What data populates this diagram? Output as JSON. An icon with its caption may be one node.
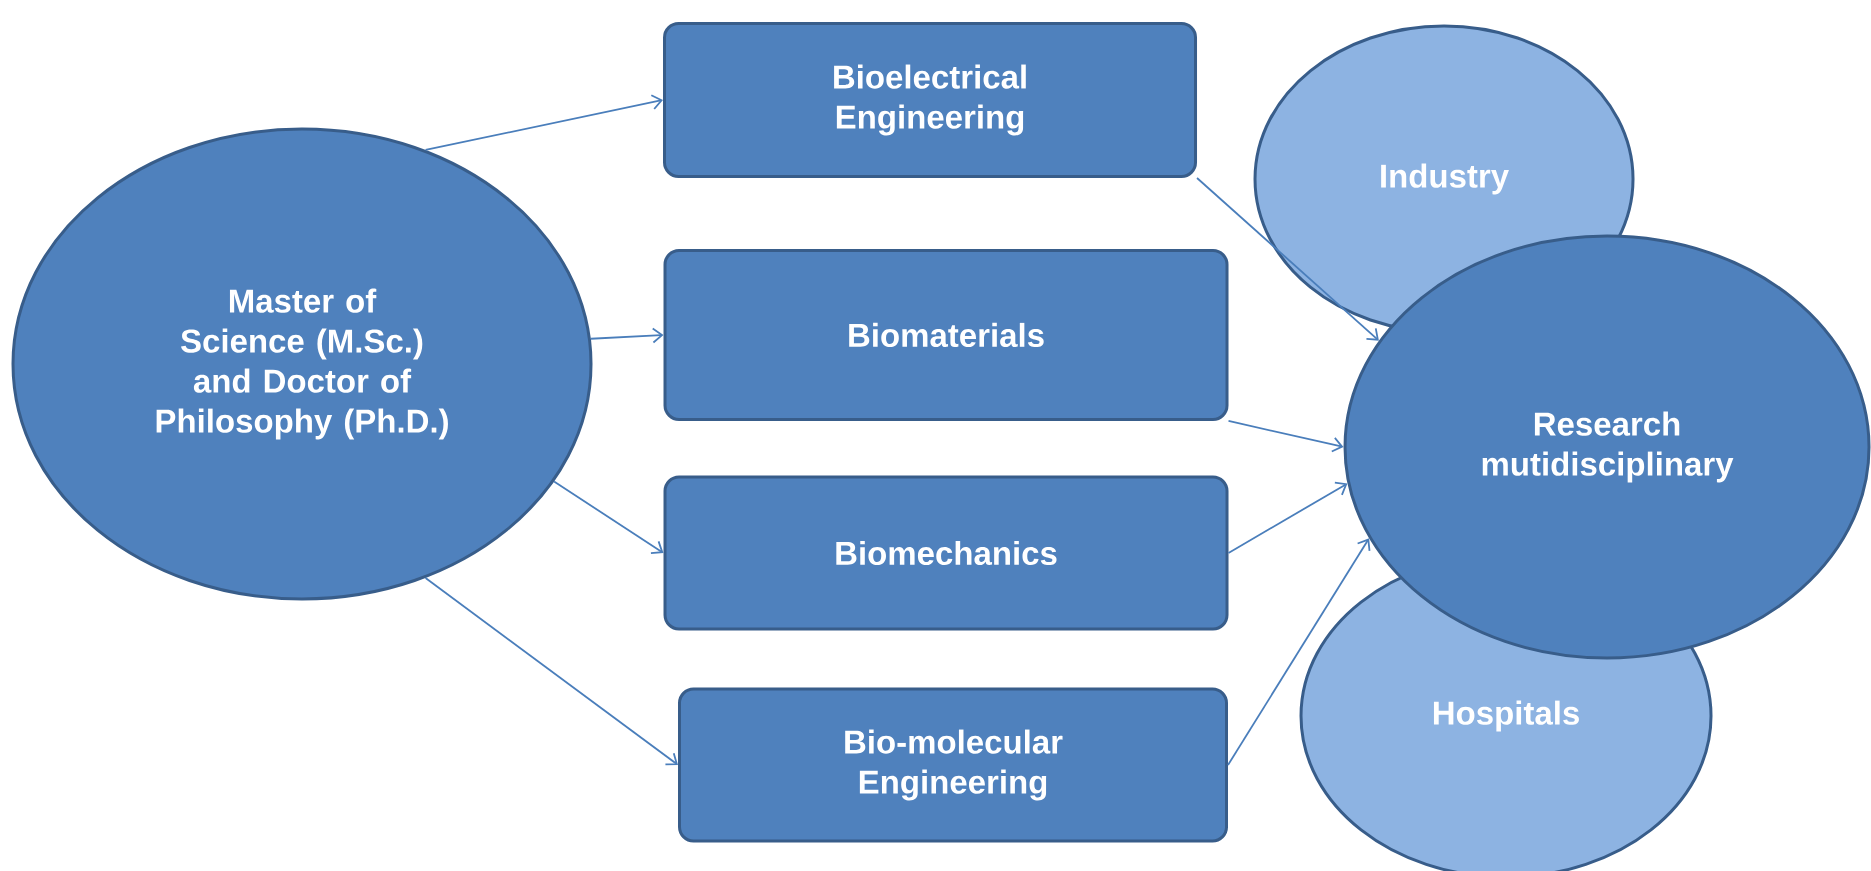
{
  "diagram": {
    "nodes": [
      {
        "text": [
          "Master of Science (M.Sc.) and Doctor of Philosophy (Ph.D.)"
        ]
      },
      {
        "text": [
          "Bioelectrical Engineering"
        ]
      },
      {
        "text": [
          "Biomaterials"
        ]
      },
      {
        "text": [
          "Biomechanics"
        ]
      },
      {
        "text": [
          "Bio-molecular Engineering"
        ]
      },
      {
        "text": [
          "Industry"
        ]
      },
      {
        "text": [
          "Research mutidisciplinary"
        ]
      },
      {
        "text": [
          "Hospitals"
        ]
      }
    ],
    "edges": [
      {
        "from": 0,
        "to": 1,
        "arrow": "to"
      },
      {
        "from": 0,
        "to": 2,
        "arrow": "to"
      },
      {
        "from": 0,
        "to": 3,
        "arrow": "to"
      },
      {
        "from": 0,
        "to": 4,
        "arrow": "to"
      },
      {
        "from": 1,
        "to": 6,
        "arrow": "to"
      },
      {
        "from": 2,
        "to": 6,
        "arrow": "to"
      },
      {
        "from": 3,
        "to": 6,
        "arrow": "to"
      },
      {
        "from": 4,
        "to": 6,
        "arrow": "to"
      }
    ]
  }
}
